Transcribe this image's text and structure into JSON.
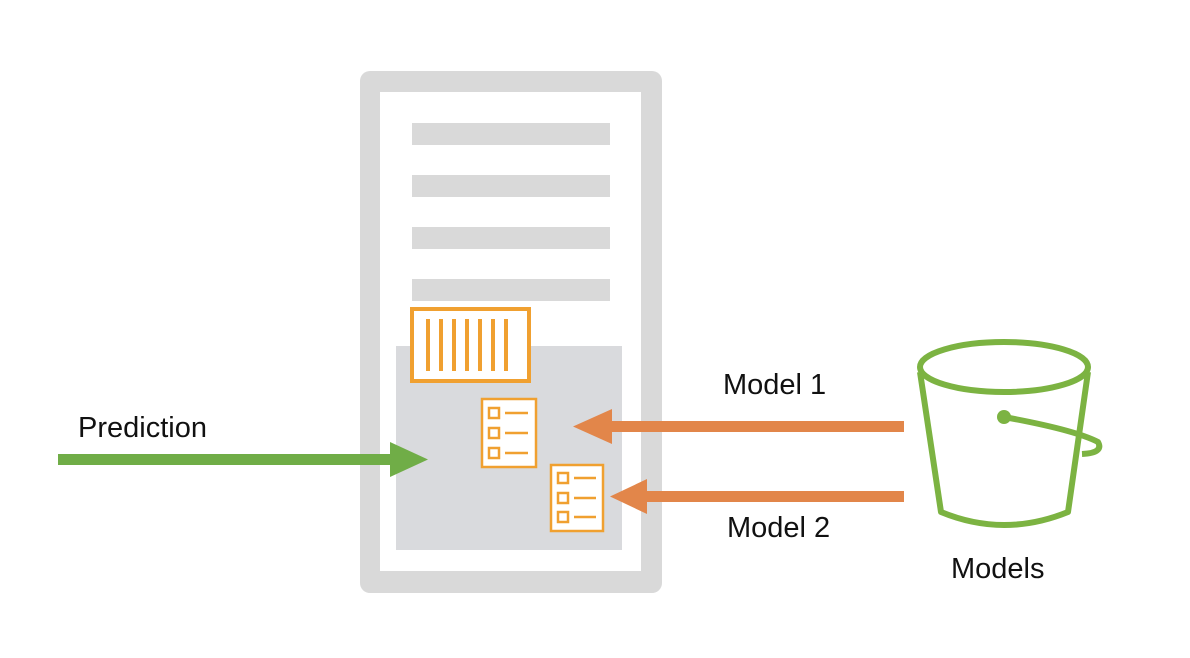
{
  "labels": {
    "prediction": "Prediction",
    "model_1": "Model 1",
    "model_2": "Model 2",
    "models": "Models"
  },
  "colors": {
    "server_frame": "#d9d9d9",
    "server_inner": "#ffffff",
    "server_slot": "#d9d9d9",
    "endpoint_area": "#d9dadd",
    "container_orange": "#f0a030",
    "request_arrow_green": "#70ad47",
    "model_arrow_orange": "#e2864a",
    "bucket_green": "#7cb342"
  },
  "icons": {
    "server": "server-icon",
    "container": "container-icon",
    "model_1": "model-document-icon",
    "model_2": "model-document-icon",
    "bucket": "storage-bucket-icon"
  }
}
